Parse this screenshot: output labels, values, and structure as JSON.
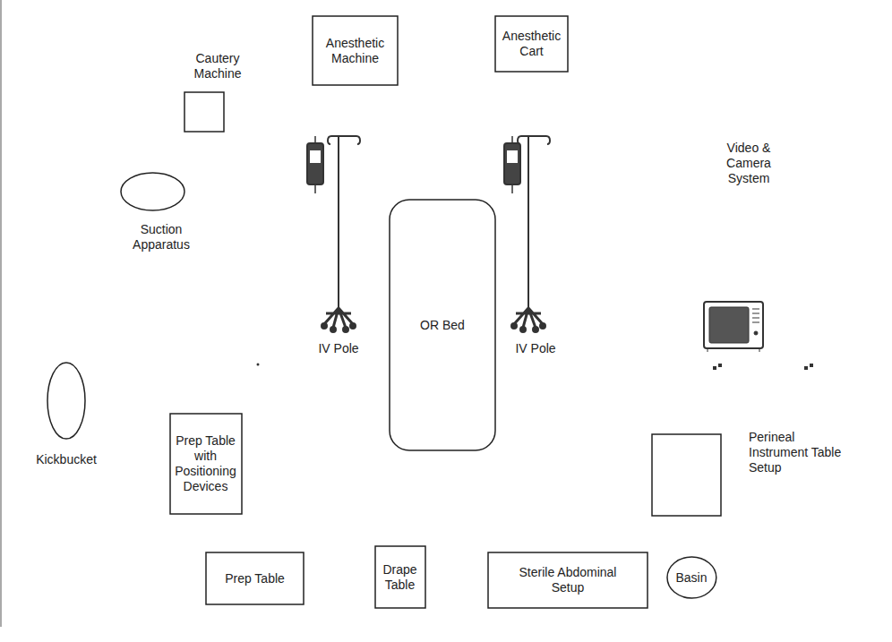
{
  "diagram": {
    "nodes": [
      {
        "text": [
          "Cautery Machine"
        ]
      },
      {
        "text": [
          "Anesthetic Machine"
        ]
      },
      {
        "text": [
          "Anesthetic Cart"
        ]
      },
      {
        "text": [
          "Suction Apparatus"
        ]
      },
      {
        "text": [
          "OR Bed"
        ]
      },
      {
        "text": [
          "Kickbucket"
        ]
      },
      {
        "text": [
          "Prep Table with Positioning Devices"
        ]
      },
      {
        "text": [
          "Perineal Instrument Table Setup"
        ]
      },
      {
        "text": [
          "Prep Table"
        ]
      },
      {
        "text": [
          "Drape Table"
        ]
      },
      {
        "text": [
          "Sterile Abdominal Setup"
        ]
      },
      {
        "text": [
          "Basin"
        ]
      }
    ],
    "labels": [
      "IV Pole",
      "IV Pole",
      "Video & Camera System"
    ]
  }
}
